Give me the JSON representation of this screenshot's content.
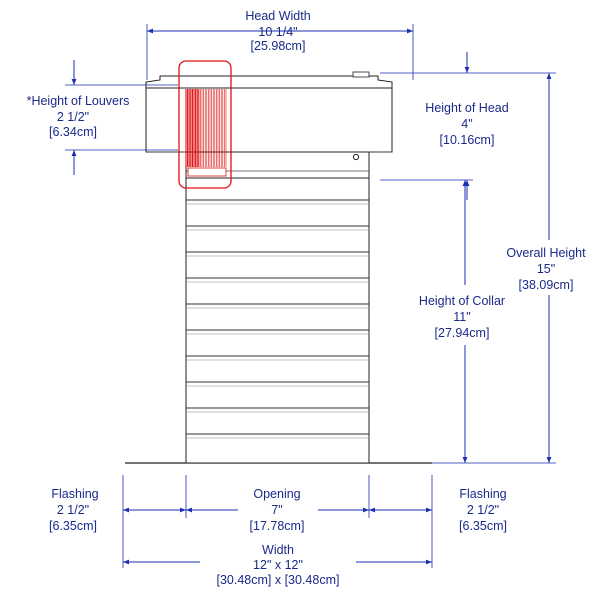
{
  "colors": {
    "dimension": "#1b2fb0",
    "text": "#1a2a8a",
    "highlight": "#e01010",
    "outline": "#222222"
  },
  "labels": {
    "head_width": {
      "title": "Head Width",
      "imperial": "10 1/4\"",
      "metric": "[25.98cm]"
    },
    "louvers": {
      "title": "*Height of Louvers",
      "imperial": "2 1/2\"",
      "metric": "[6.34cm]"
    },
    "head_height": {
      "title": "Height of Head",
      "imperial": "4\"",
      "metric": "[10.16cm]"
    },
    "overall_height": {
      "title": "Overall Height",
      "imperial": "15\"",
      "metric": "[38.09cm]"
    },
    "collar_height": {
      "title": "Height of Collar",
      "imperial": "11\"",
      "metric": "[27.94cm]"
    },
    "flashing_left": {
      "title": "Flashing",
      "imperial": "2 1/2\"",
      "metric": "[6.35cm]"
    },
    "opening": {
      "title": "Opening",
      "imperial": "7\"",
      "metric": "[17.78cm]"
    },
    "flashing_right": {
      "title": "Flashing",
      "imperial": "2 1/2\"",
      "metric": "[6.35cm]"
    },
    "width": {
      "title": "Width",
      "imperial": "12\" x 12\"",
      "metric": "[30.48cm] x [30.48cm]"
    }
  }
}
